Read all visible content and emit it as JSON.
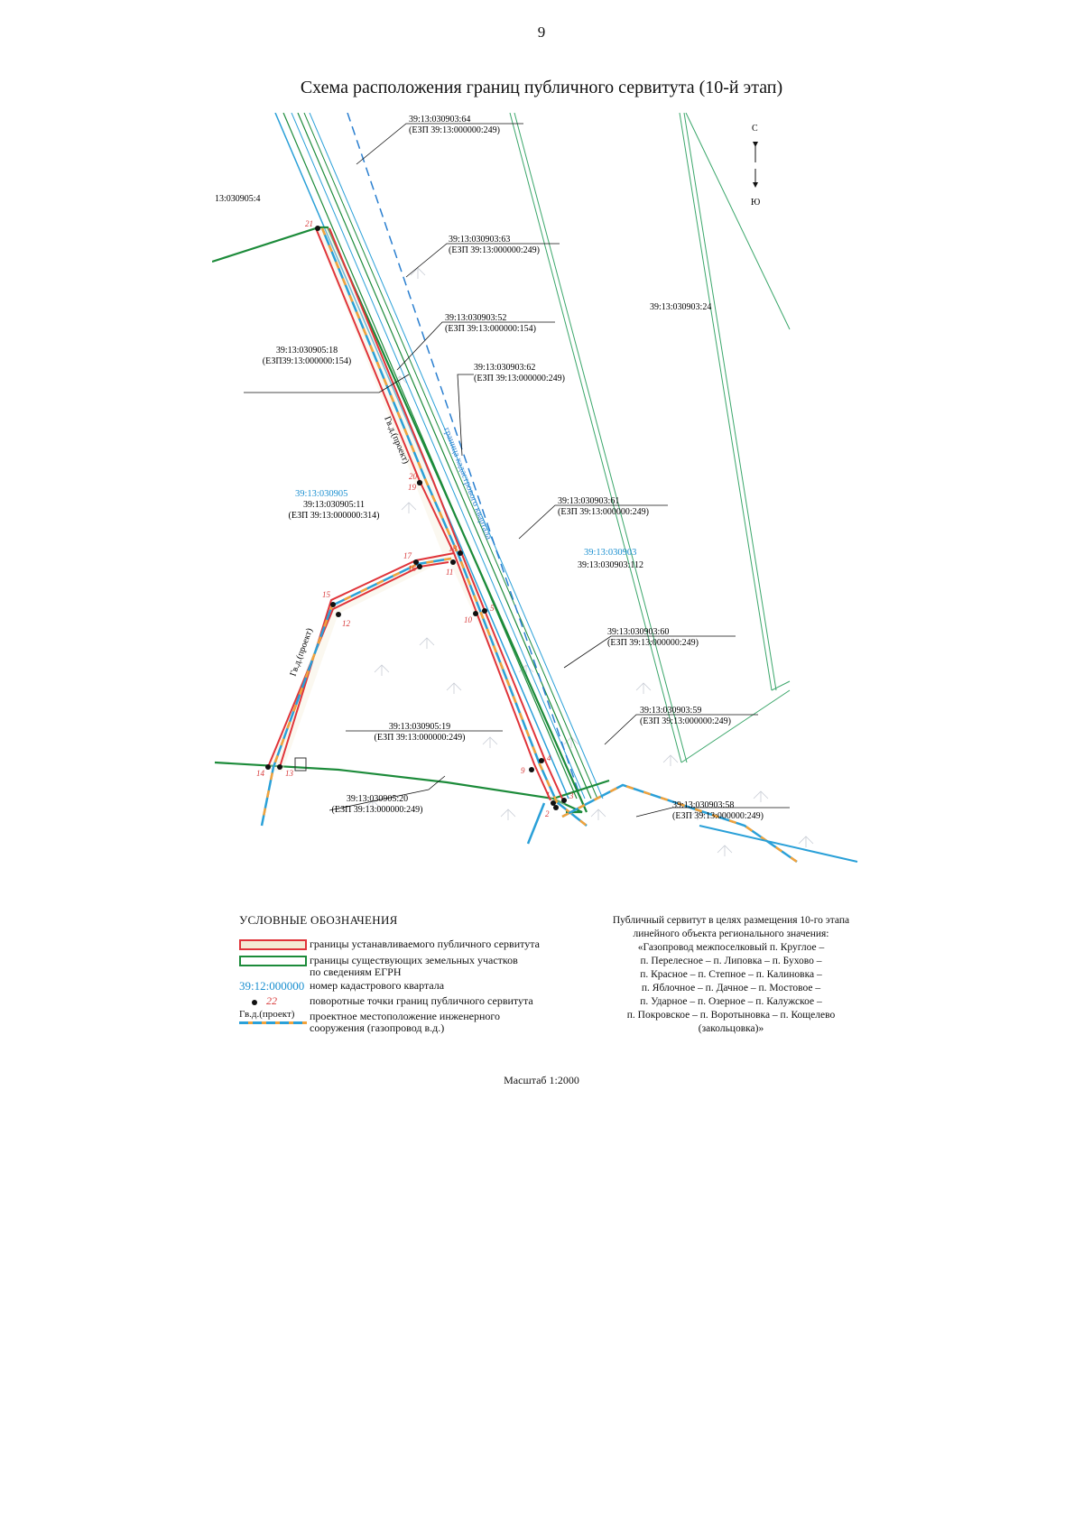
{
  "page_number": "9",
  "title": "Схема расположения границ публичного сервитута (10-й этап)",
  "map": {
    "north_label": "С",
    "south_label": "Ю",
    "line_labels": {
      "gas": "Гв.д.(проект)",
      "gas_branch": "Гв.д.(проект)",
      "quarter_boundary": "граница кадастрового квартала"
    },
    "quarter_labels": [
      {
        "id": "q1",
        "text": "39:13:030905"
      },
      {
        "id": "q2",
        "text": "39:13:030903"
      }
    ],
    "parcel_labels": [
      {
        "id": "p1",
        "l1": "39:13:030903:64",
        "l2": "(ЕЗП 39:13:000000:249)"
      },
      {
        "id": "p2",
        "l1": "39:13:030903:63",
        "l2": "(ЕЗП 39:13:000000:249)"
      },
      {
        "id": "p3",
        "l1": "39:13:030903:52",
        "l2": "(ЕЗП 39:13:000000:154)"
      },
      {
        "id": "p4",
        "l1": "39:13:030905:18",
        "l2": "(ЕЗП39:13:000000:154)"
      },
      {
        "id": "p5",
        "l1": "39:13:030903:62",
        "l2": "(ЕЗП 39:13:000000:249)"
      },
      {
        "id": "p6",
        "l1": "39:13:030903:61",
        "l2": "(ЕЗП 39:13:000000:249)"
      },
      {
        "id": "p7",
        "l1": "39:13:030903:60",
        "l2": "(ЕЗП 39:13:000000:249)"
      },
      {
        "id": "p8",
        "l1": "39:13:030903:59",
        "l2": "(ЕЗП 39:13:000000:249)"
      },
      {
        "id": "p9",
        "l1": "39:13:030905:19",
        "l2": "(ЕЗП 39:13:000000:249)"
      },
      {
        "id": "p10",
        "l1": "39:13:030905:20",
        "l2": "(ЕЗП 39:13:000000:249)"
      },
      {
        "id": "p11",
        "l1": "39:13:030903:58",
        "l2": "(ЕЗП 39:13:000000:249)"
      },
      {
        "id": "p12",
        "l1": "39:13:030905:11",
        "l2": "(ЕЗП 39:13:000000:314)"
      }
    ],
    "plain_labels": [
      {
        "id": "t1",
        "text": "13:030905:4"
      },
      {
        "id": "t2",
        "text": "39:13:030903:24"
      },
      {
        "id": "t3",
        "text": "39:13:030903:112"
      }
    ],
    "points": [
      "21",
      "20",
      "19",
      "18",
      "17",
      "16",
      "11",
      "15",
      "12",
      "10",
      "5",
      "9",
      "4",
      "14",
      "13",
      "1",
      "2",
      "3"
    ]
  },
  "legend": {
    "title": "УСЛОВНЫЕ ОБОЗНАЧЕНИЯ",
    "items": [
      {
        "text": "границы устанавливаемого публичного сервитута"
      },
      {
        "text1": "границы существующих земельных участков",
        "text2": "по сведениям ЕГРН"
      },
      {
        "code": "39:12:000000",
        "text": "номер кадастрового квартала"
      },
      {
        "num": "22",
        "text": "поворотные точки границ публичного сервитута"
      },
      {
        "label": "Гв.д.(проект)",
        "text1": "проектное местоположение инженерного",
        "text2": "сооружения (газопровод в.д.)"
      }
    ]
  },
  "purpose_lines": [
    "Публичный сервитут в целях размещения 10-го этапа",
    "линейного объекта регионального значения:",
    "«Газопровод межпоселковый п. Круглое –",
    "п. Перелесное – п. Липовка – п. Бухово –",
    "п. Красное – п. Степное – п. Калиновка –",
    "п. Яблочное – п. Дачное – п. Мостовое –",
    "п. Ударное – п. Озерное – п. Калужское –",
    "п. Покровское – п. Воротыновка – п. Кощелево",
    "(закольцовка)»"
  ],
  "scale": "Масштаб 1:2000",
  "colors": {
    "servitude": "#e0343a",
    "servitude_fill": "#f4ead4",
    "parcel": "#1c8b3a",
    "gas_blue": "#2aa0d8",
    "gas_orange": "#f3a23a",
    "quarter_code": "#1a8fd0",
    "point_number": "#d83a3a",
    "thin_boundary": "#3aa66a"
  }
}
